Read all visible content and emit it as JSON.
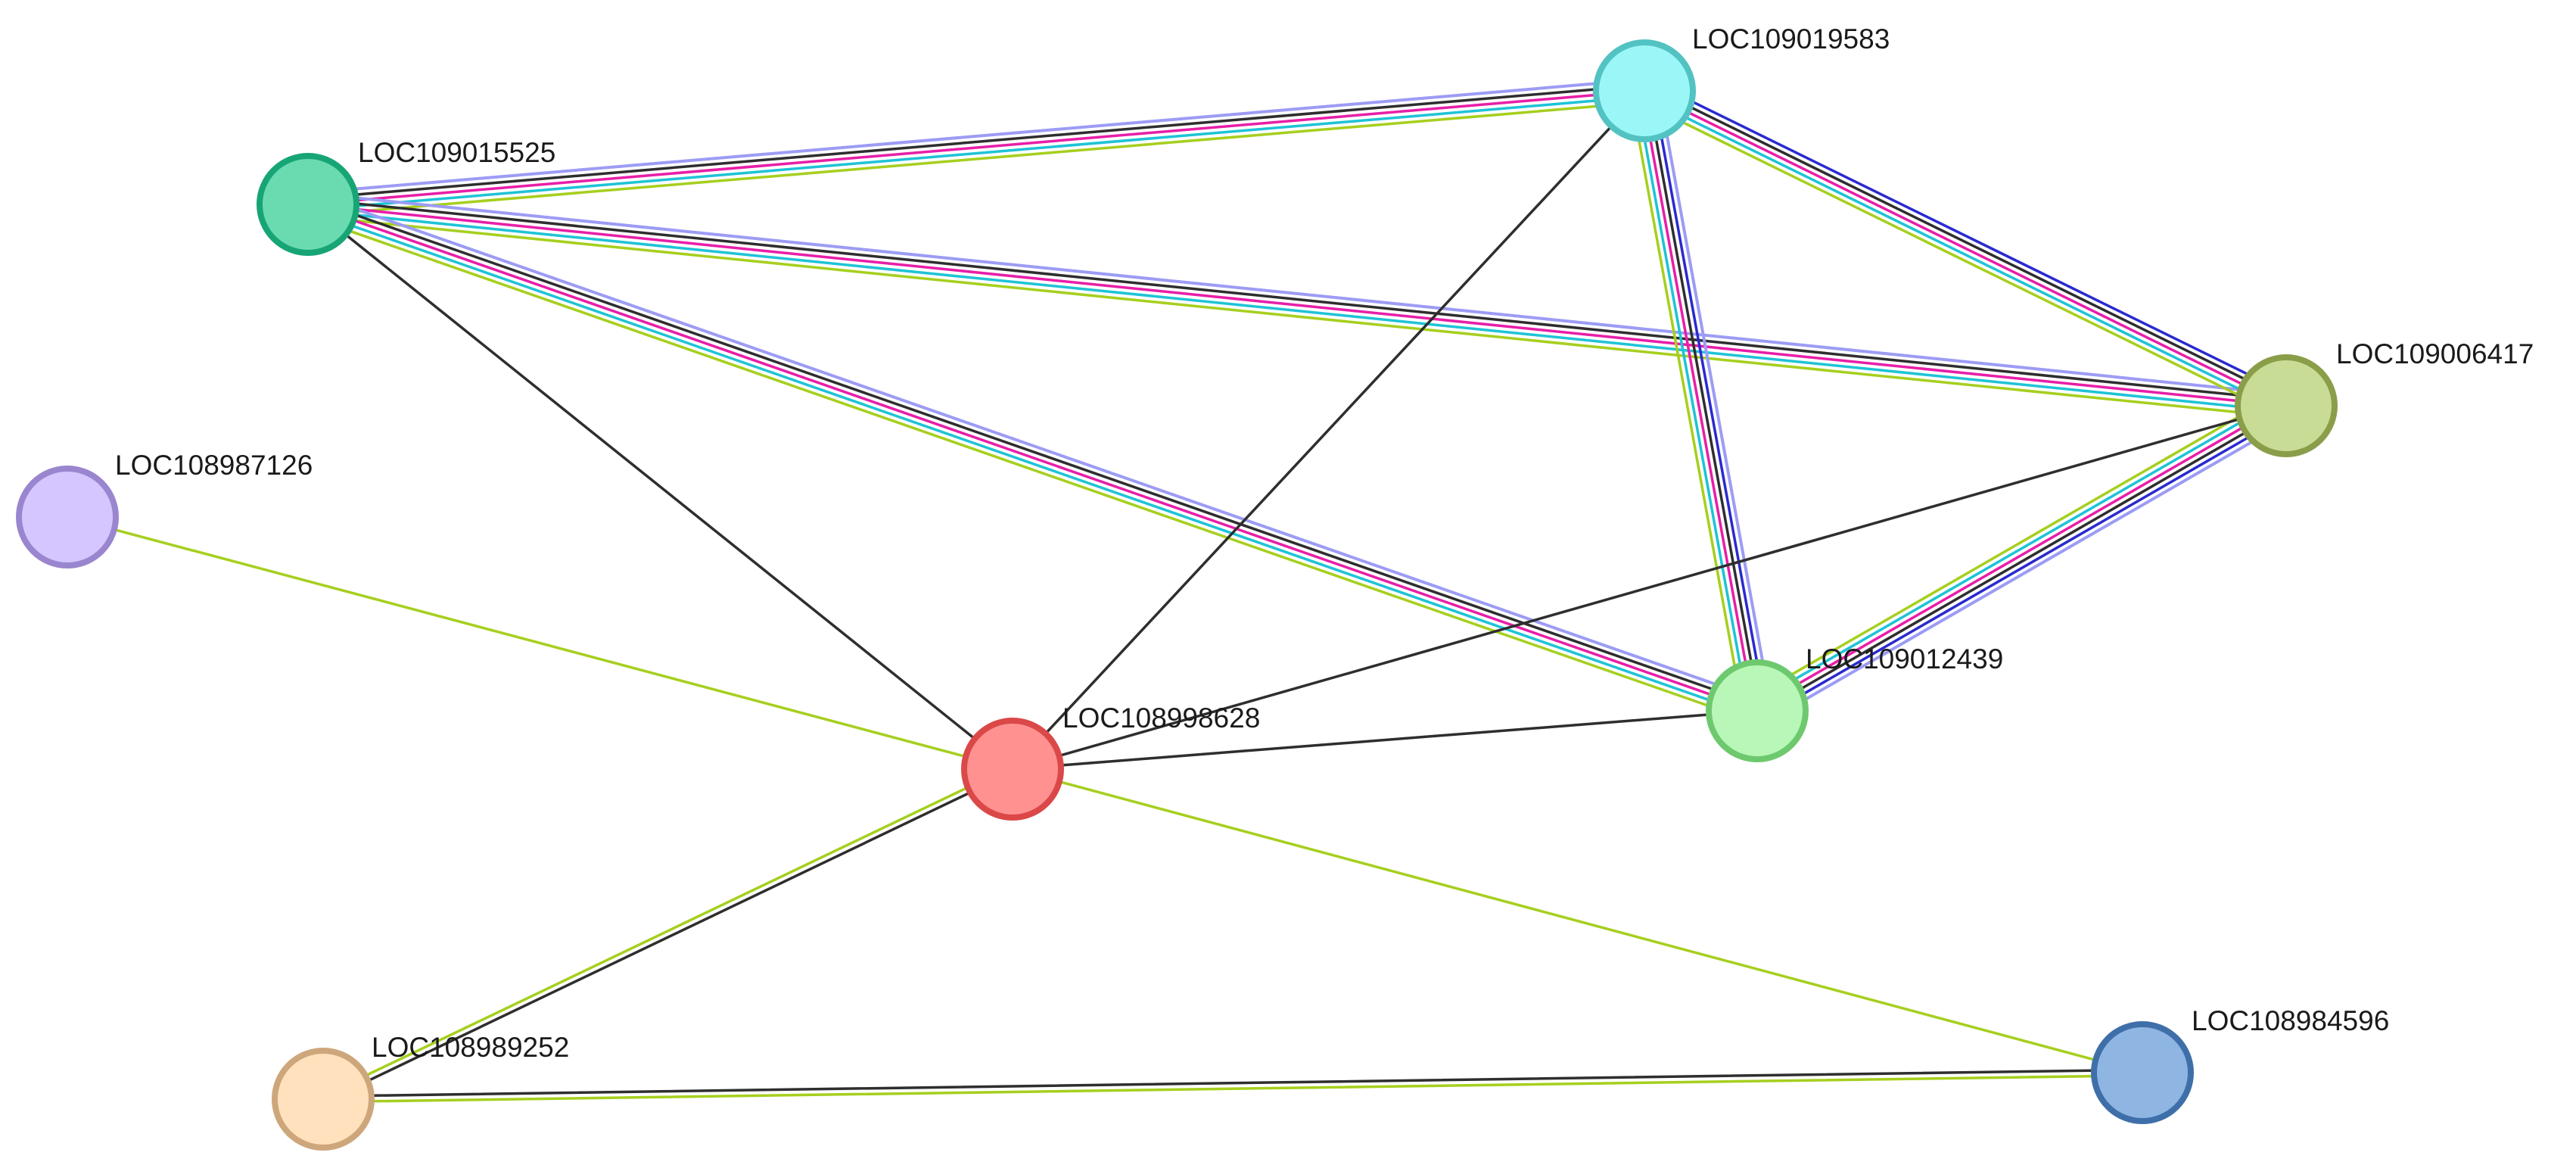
{
  "edge_colors": {
    "lavender": "#9c9cf5",
    "black": "#2e2e2e",
    "magenta": "#e81ea8",
    "cyan": "#1ec3d6",
    "navy": "#2a2ad0",
    "lime": "#a6cf1e"
  },
  "nodes": [
    {
      "id": "n15525",
      "label": "LOC109015525",
      "fill": "#6adbb0",
      "stroke": "#18a575"
    },
    {
      "id": "n19583",
      "label": "LOC109019583",
      "fill": "#9bf7f7",
      "stroke": "#52c2c2"
    },
    {
      "id": "n06417",
      "label": "LOC109006417",
      "fill": "#c8dc96",
      "stroke": "#8a9e4a"
    },
    {
      "id": "n87126",
      "label": "LOC108987126",
      "fill": "#d6c6ff",
      "stroke": "#9a85cf"
    },
    {
      "id": "n12439",
      "label": "LOC109012439",
      "fill": "#b8f7b8",
      "stroke": "#6ec96e"
    },
    {
      "id": "n98628",
      "label": "LOC108998628",
      "fill": "#ff9191",
      "stroke": "#db4848"
    },
    {
      "id": "n89252",
      "label": "LOC108989252",
      "fill": "#ffe2bd",
      "stroke": "#cda77b"
    },
    {
      "id": "n84596",
      "label": "LOC108984596",
      "fill": "#8fb6e3",
      "stroke": "#3f6fa9"
    }
  ],
  "edges": [
    {
      "source": "n15525",
      "target": "n19583",
      "colors": [
        "lavender",
        "black",
        "magenta",
        "cyan",
        "lime"
      ]
    },
    {
      "source": "n15525",
      "target": "n06417",
      "colors": [
        "lavender",
        "black",
        "magenta",
        "cyan",
        "lime"
      ]
    },
    {
      "source": "n15525",
      "target": "n12439",
      "colors": [
        "lavender",
        "black",
        "magenta",
        "cyan",
        "lime"
      ]
    },
    {
      "source": "n15525",
      "target": "n98628",
      "colors": [
        "black"
      ]
    },
    {
      "source": "n19583",
      "target": "n06417",
      "colors": [
        "navy",
        "black",
        "magenta",
        "cyan",
        "lime"
      ]
    },
    {
      "source": "n19583",
      "target": "n12439",
      "colors": [
        "lavender",
        "navy",
        "black",
        "magenta",
        "cyan",
        "lime"
      ]
    },
    {
      "source": "n19583",
      "target": "n98628",
      "colors": [
        "black"
      ]
    },
    {
      "source": "n06417",
      "target": "n12439",
      "colors": [
        "lavender",
        "navy",
        "black",
        "magenta",
        "cyan",
        "lime"
      ]
    },
    {
      "source": "n06417",
      "target": "n98628",
      "colors": [
        "black"
      ]
    },
    {
      "source": "n12439",
      "target": "n98628",
      "colors": [
        "black"
      ]
    },
    {
      "source": "n87126",
      "target": "n98628",
      "colors": [
        "lime"
      ]
    },
    {
      "source": "n98628",
      "target": "n89252",
      "colors": [
        "black",
        "lime"
      ]
    },
    {
      "source": "n98628",
      "target": "n84596",
      "colors": [
        "lime"
      ]
    },
    {
      "source": "n89252",
      "target": "n84596",
      "colors": [
        "black",
        "lime"
      ]
    }
  ]
}
